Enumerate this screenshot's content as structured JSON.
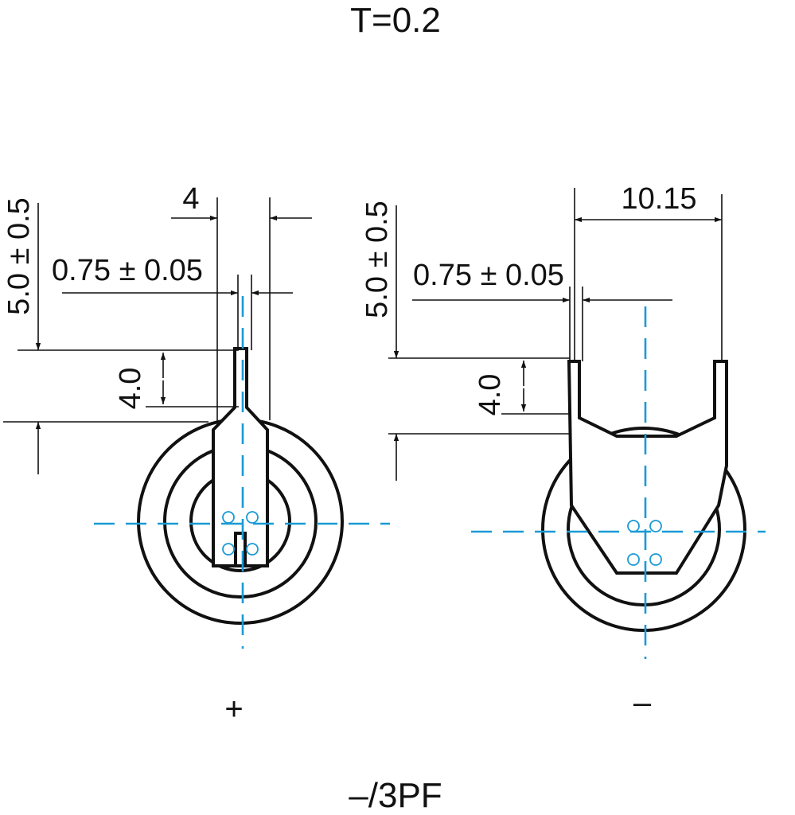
{
  "header": {
    "thickness_label": "T=0.2"
  },
  "footer": {
    "part_label": "–/3PF"
  },
  "colors": {
    "centerline": "#1a9ad6",
    "line": "#111111",
    "background": "#ffffff"
  },
  "plus_view": {
    "polarity": "+",
    "tab_width": "4",
    "lead_width": "0.75 ± 0.05",
    "lead_length": "5.0 ± 0.5",
    "neck_length": "4.0"
  },
  "minus_view": {
    "polarity": "–",
    "tab_span": "10.15",
    "lead_width": "0.75 ± 0.05",
    "lead_length": "5.0 ± 0.5",
    "neck_length": "4.0"
  }
}
